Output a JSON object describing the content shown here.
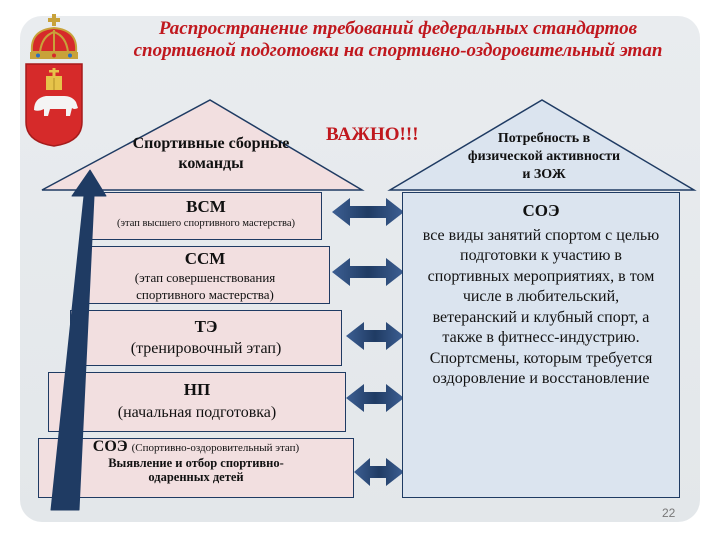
{
  "title": "Распространение требований федеральных стандартов спортивной подготовки на спортивно-оздоровительный этап",
  "important": "ВАЖНО!!!",
  "left_roof": "Спортивные сборные команды",
  "right_roof": "Потребность в физической активности и ЗОЖ",
  "steps": [
    {
      "title": "ВСМ",
      "sub": "(этап высшего спортивного мастерства)"
    },
    {
      "title": "ССМ",
      "sub": "(этап совершенствования спортивного мастерства)"
    },
    {
      "title": "ТЭ",
      "sub": "(тренировочный этап)"
    },
    {
      "title": "НП",
      "sub": "(начальная подготовка)"
    },
    {
      "title": "СОЭ",
      "sub": "(Спортивно-оздоровительный этап)",
      "note": "Выявление и отбор спортивно-одаренных детей"
    }
  ],
  "right_box": {
    "title": "СОЭ",
    "body": "все виды занятий спортом с целью подготовки к участию в спортивных мероприятиях, в том числе в любительский, ветеранский и клубный спорт, а также в фитнесс-индустрию. Спортсмены, которым требуется оздоровление и восстановление"
  },
  "page_number": "22",
  "colors": {
    "accent_red": "#c0181e",
    "step_fill": "#f2dfe0",
    "box_fill": "#dbe4ef",
    "outline": "#1f3b63"
  },
  "icons": [
    "coat-of-arms-icon",
    "double-arrow-icon",
    "up-arrow-icon"
  ]
}
